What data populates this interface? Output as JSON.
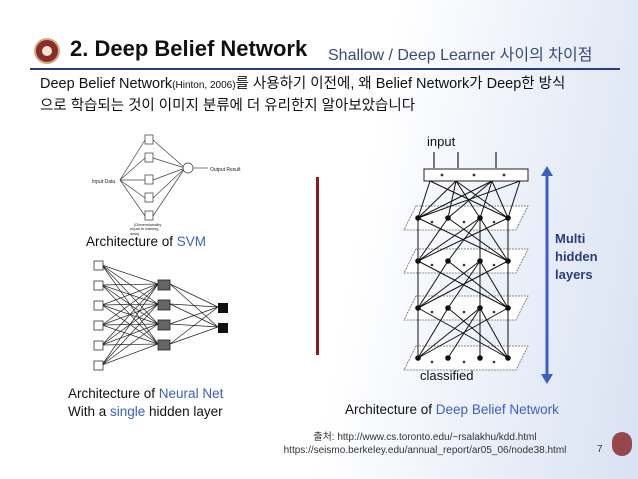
{
  "slide": {
    "title": "2. Deep Belief Network",
    "subtitle": "Shallow / Deep Learner 사이의 차이점",
    "intro_line1_a": "Deep Belief Network",
    "intro_line1_cite": "(Hinton, 2006)",
    "intro_line1_b": "를 사용하기 이전에, 왜 Belief Network가 Deep한 방식",
    "intro_line2": "으로 학습되는 것이 이미지 분류에 더 유리한지 알아보았습니다",
    "svm_label_prefix": "Architecture of ",
    "svm_label_hl": "SVM",
    "nn_label_prefix": "Architecture of ",
    "nn_label_hl": "Neural Net",
    "nn_label2_prefix": "With a ",
    "nn_label2_hl": "single",
    "nn_label2_suffix": " hidden layer",
    "dbn_label_prefix": "Architecture of ",
    "dbn_label_hl": "Deep Belief Network",
    "dbn_input": "input",
    "dbn_classified": "classified",
    "multi_hidden_1": "Multi",
    "multi_hidden_2": "hidden",
    "multi_hidden_3": "layers",
    "source_line1": "출처: http://www.cs.toronto.edu/~rsalakhu/kdd.html",
    "source_line2": "https://seismo.berkeley.edu/annual_report/ar05_06/node38.html",
    "page_number": "7",
    "svm_diagram_text": {
      "input_label": "Input Data",
      "output_label": "Output Result",
      "caption_1": "(Dimensionality",
      "caption_2": "equal to training",
      "caption_3": "data)"
    },
    "colors": {
      "accent_blue": "#3b5fc4",
      "rule": "#2a3f7a",
      "red_divider": "#8b1a1a"
    }
  }
}
